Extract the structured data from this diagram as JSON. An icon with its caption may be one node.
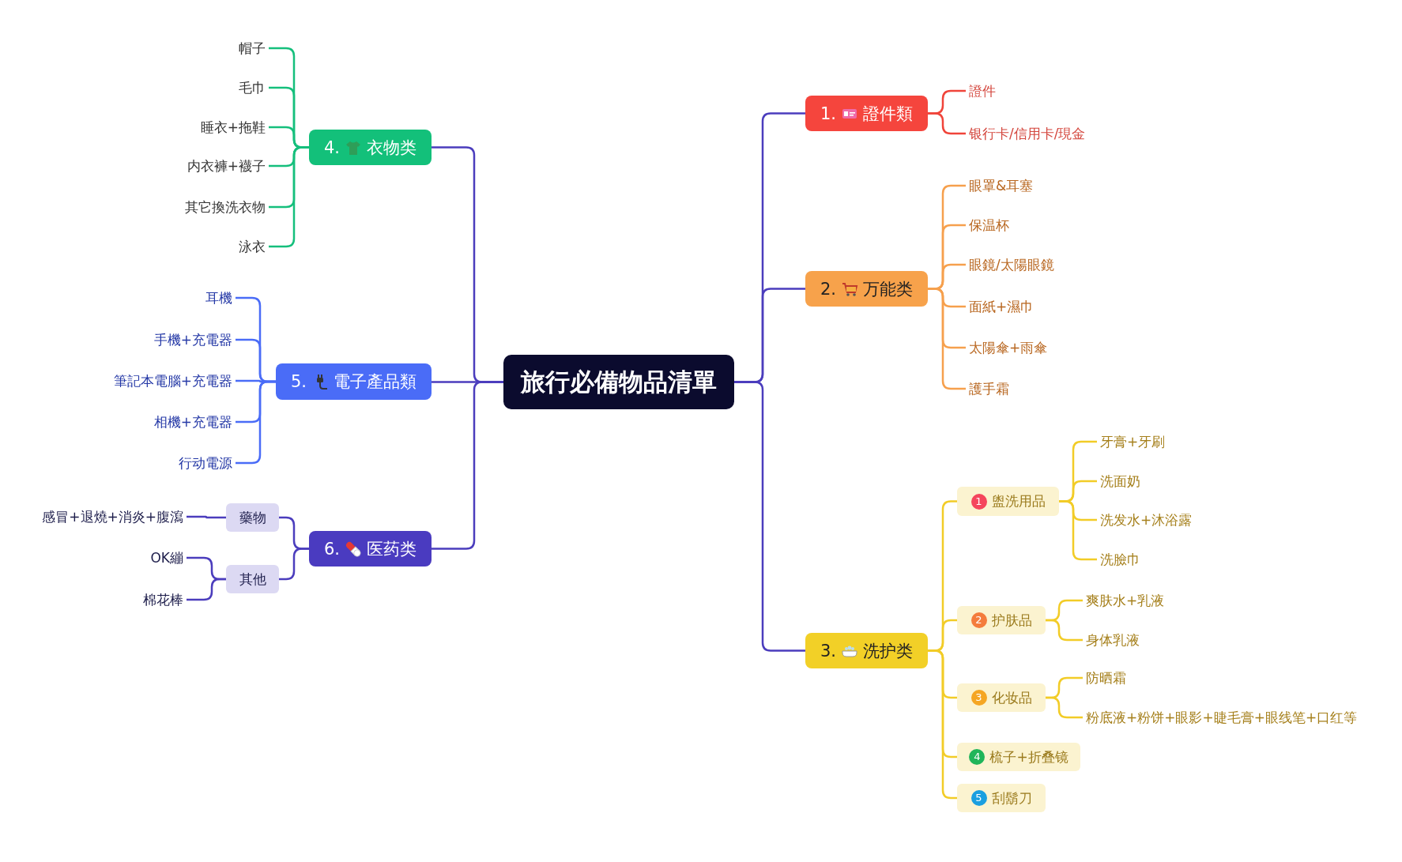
{
  "diagram": {
    "nodes": [
      {
        "text": [
          "旅行必備物品清單"
        ]
      },
      {
        "text": [
          "1.",
          "證件類"
        ]
      },
      {
        "text": [
          "證件"
        ]
      },
      {
        "text": [
          "银行卡/信用卡/現金"
        ]
      },
      {
        "text": [
          "2.",
          "万能类"
        ]
      },
      {
        "text": [
          "眼罩&耳塞"
        ]
      },
      {
        "text": [
          "保温杯"
        ]
      },
      {
        "text": [
          "眼鏡/太陽眼鏡"
        ]
      },
      {
        "text": [
          "面紙+濕巾"
        ]
      },
      {
        "text": [
          "太陽傘+雨傘"
        ]
      },
      {
        "text": [
          "護手霜"
        ]
      },
      {
        "text": [
          "3.",
          "洗护类"
        ]
      },
      {
        "text": [
          "1",
          "盥洗用品"
        ]
      },
      {
        "text": [
          "牙膏+牙刷"
        ]
      },
      {
        "text": [
          "洗面奶"
        ]
      },
      {
        "text": [
          "洗发水+沐浴露"
        ]
      },
      {
        "text": [
          "洗臉巾"
        ]
      },
      {
        "text": [
          "2",
          "护肤品"
        ]
      },
      {
        "text": [
          "爽肤水+乳液"
        ]
      },
      {
        "text": [
          "身体乳液"
        ]
      },
      {
        "text": [
          "3",
          "化妆品"
        ]
      },
      {
        "text": [
          "防晒霜"
        ]
      },
      {
        "text": [
          "粉底液+粉饼+眼影+睫毛膏+眼线笔+口红等"
        ]
      },
      {
        "text": [
          "4",
          "梳子+折叠镜"
        ]
      },
      {
        "text": [
          "5",
          "刮鬍刀"
        ]
      },
      {
        "text": [
          "4.",
          "衣物类"
        ]
      },
      {
        "text": [
          "帽子"
        ]
      },
      {
        "text": [
          "毛巾"
        ]
      },
      {
        "text": [
          "睡衣+拖鞋"
        ]
      },
      {
        "text": [
          "内衣褲+襪子"
        ]
      },
      {
        "text": [
          "其它換洗衣物"
        ]
      },
      {
        "text": [
          "泳衣"
        ]
      },
      {
        "text": [
          "5.",
          "電子產品類"
        ]
      },
      {
        "text": [
          "耳機"
        ]
      },
      {
        "text": [
          "手機+充電器"
        ]
      },
      {
        "text": [
          "筆記本電腦+充電器"
        ]
      },
      {
        "text": [
          "相機+充電器"
        ]
      },
      {
        "text": [
          "行动電源"
        ]
      },
      {
        "text": [
          "6.",
          "医药类"
        ]
      },
      {
        "text": [
          "藥物"
        ]
      },
      {
        "text": [
          "感冒+退燒+消炎+腹瀉"
        ]
      },
      {
        "text": [
          "其他"
        ]
      },
      {
        "text": [
          "OK繃"
        ]
      },
      {
        "text": [
          "棉花棒"
        ]
      }
    ],
    "edges": [
      {
        "from": 0,
        "to": 1,
        "arrow": "none",
        "color": "#4b3dbd"
      },
      {
        "from": 1,
        "to": 2,
        "arrow": "none",
        "color": "#f0443a"
      },
      {
        "from": 1,
        "to": 3,
        "arrow": "none",
        "color": "#f0443a"
      },
      {
        "from": 0,
        "to": 4,
        "arrow": "none",
        "color": "#4b3dbd"
      },
      {
        "from": 4,
        "to": 5,
        "arrow": "none",
        "color": "#f6a04d"
      },
      {
        "from": 4,
        "to": 6,
        "arrow": "none",
        "color": "#f6a04d"
      },
      {
        "from": 4,
        "to": 7,
        "arrow": "none",
        "color": "#f6a04d"
      },
      {
        "from": 4,
        "to": 8,
        "arrow": "none",
        "color": "#f6a04d"
      },
      {
        "from": 4,
        "to": 9,
        "arrow": "none",
        "color": "#f6a04d"
      },
      {
        "from": 4,
        "to": 10,
        "arrow": "none",
        "color": "#f6a04d"
      },
      {
        "from": 0,
        "to": 11,
        "arrow": "none",
        "color": "#4b3dbd"
      },
      {
        "from": 11,
        "to": 12,
        "arrow": "none",
        "color": "#f2cc27"
      },
      {
        "from": 12,
        "to": 13,
        "arrow": "none",
        "color": "#f2cc27"
      },
      {
        "from": 12,
        "to": 14,
        "arrow": "none",
        "color": "#f2cc27"
      },
      {
        "from": 12,
        "to": 15,
        "arrow": "none",
        "color": "#f2cc27"
      },
      {
        "from": 12,
        "to": 16,
        "arrow": "none",
        "color": "#f2cc27"
      },
      {
        "from": 11,
        "to": 17,
        "arrow": "none",
        "color": "#f2cc27"
      },
      {
        "from": 17,
        "to": 18,
        "arrow": "none",
        "color": "#f2cc27"
      },
      {
        "from": 17,
        "to": 19,
        "arrow": "none",
        "color": "#f2cc27"
      },
      {
        "from": 11,
        "to": 20,
        "arrow": "none",
        "color": "#f2cc27"
      },
      {
        "from": 20,
        "to": 21,
        "arrow": "none",
        "color": "#f2cc27"
      },
      {
        "from": 20,
        "to": 22,
        "arrow": "none",
        "color": "#f2cc27"
      },
      {
        "from": 11,
        "to": 23,
        "arrow": "none",
        "color": "#f2cc27"
      },
      {
        "from": 11,
        "to": 24,
        "arrow": "none",
        "color": "#f2cc27"
      },
      {
        "from": 0,
        "to": 25,
        "arrow": "none",
        "color": "#4b3dbd"
      },
      {
        "from": 25,
        "to": 26,
        "arrow": "none",
        "color": "#15bf7c"
      },
      {
        "from": 25,
        "to": 27,
        "arrow": "none",
        "color": "#15bf7c"
      },
      {
        "from": 25,
        "to": 28,
        "arrow": "none",
        "color": "#15bf7c"
      },
      {
        "from": 25,
        "to": 29,
        "arrow": "none",
        "color": "#15bf7c"
      },
      {
        "from": 25,
        "to": 30,
        "arrow": "none",
        "color": "#15bf7c"
      },
      {
        "from": 25,
        "to": 31,
        "arrow": "none",
        "color": "#15bf7c"
      },
      {
        "from": 0,
        "to": 32,
        "arrow": "none",
        "color": "#4b3dbd"
      },
      {
        "from": 32,
        "to": 33,
        "arrow": "none",
        "color": "#4a6cf7"
      },
      {
        "from": 32,
        "to": 34,
        "arrow": "none",
        "color": "#4a6cf7"
      },
      {
        "from": 32,
        "to": 35,
        "arrow": "none",
        "color": "#4a6cf7"
      },
      {
        "from": 32,
        "to": 36,
        "arrow": "none",
        "color": "#4a6cf7"
      },
      {
        "from": 32,
        "to": 37,
        "arrow": "none",
        "color": "#4a6cf7"
      },
      {
        "from": 0,
        "to": 38,
        "arrow": "none",
        "color": "#4b3dbd"
      },
      {
        "from": 38,
        "to": 39,
        "arrow": "none",
        "color": "#4b3dbd"
      },
      {
        "from": 39,
        "to": 40,
        "arrow": "none",
        "color": "#4b3dbd"
      },
      {
        "from": 38,
        "to": 41,
        "arrow": "none",
        "color": "#4b3dbd"
      },
      {
        "from": 41,
        "to": 42,
        "arrow": "none",
        "color": "#4b3dbd"
      },
      {
        "from": 41,
        "to": 43,
        "arrow": "none",
        "color": "#4b3dbd"
      }
    ]
  }
}
